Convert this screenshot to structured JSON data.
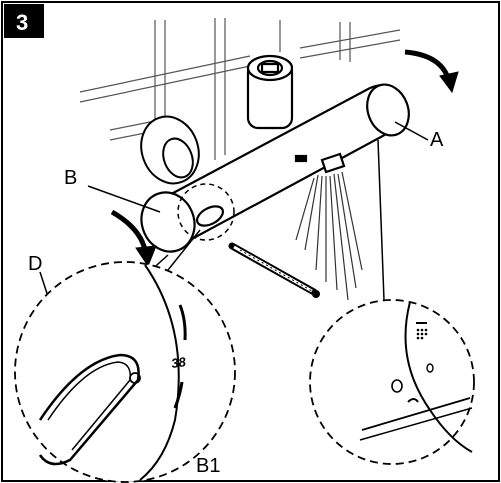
{
  "figure": {
    "step_number": "3",
    "labels": {
      "A": "A",
      "B": "B",
      "B1": "B1",
      "D": "D"
    },
    "temperature_mark": "38",
    "icons": [
      "tile-wall",
      "thermostatic-mixer",
      "shower-spray",
      "thermometer",
      "rotate-arrow-icon",
      "zoom-circle"
    ]
  }
}
